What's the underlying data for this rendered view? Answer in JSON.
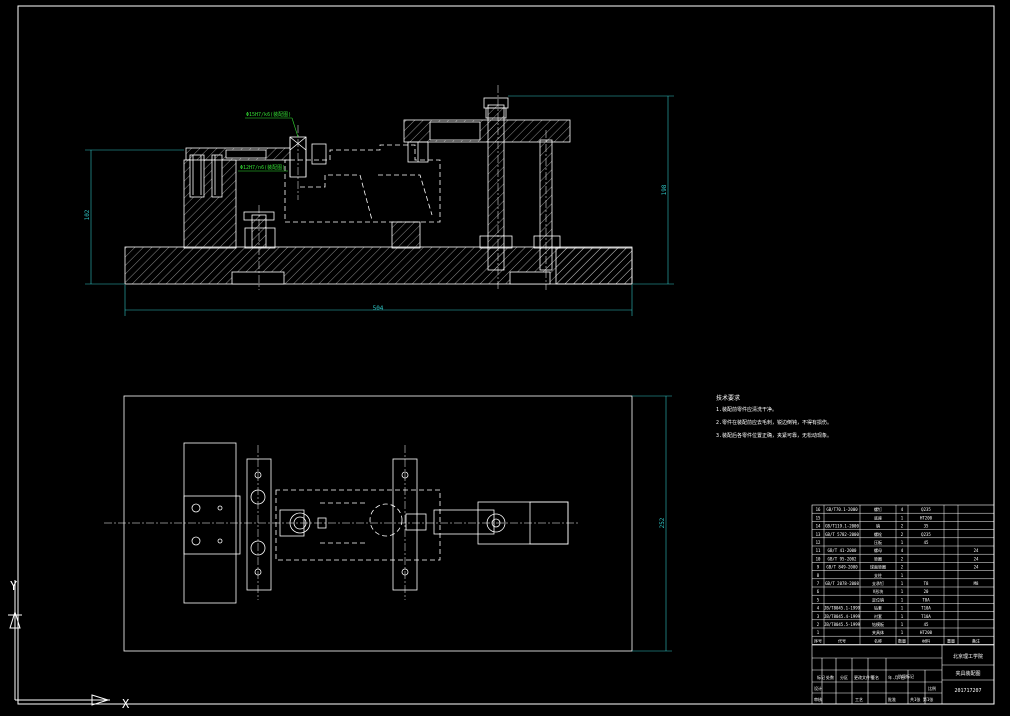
{
  "colors": {
    "background": "#000000",
    "line": "#ffffff",
    "dimension": "#2ec4c4",
    "tolerance": "#33dd33",
    "hatch": "#cfcfcf"
  },
  "front_view": {
    "dim_width": "504",
    "dim_height_left": "102",
    "dim_height_right": "198",
    "fit_upper": "Φ15H7/k6(装配图)",
    "fit_lower": "Φ12H7/n6(装配图)"
  },
  "top_view": {
    "dim_height": "252"
  },
  "tech_requirements": {
    "title": "技术要求",
    "items": [
      "1.装配前零件应清洗干净。",
      "2.零件在装配前应去毛刺，锐边倒钝，不得有损伤。",
      "3.装配后各零件位置正确，夹紧可靠，无松动现象。"
    ]
  },
  "parts_table": {
    "rows": [
      {
        "no": "16",
        "code": "GB/T70.1-2000",
        "name": "螺钉",
        "qty": "4",
        "material": "Q235",
        "mass": "",
        "note": ""
      },
      {
        "no": "15",
        "code": "",
        "name": "底座",
        "qty": "1",
        "material": "HT200",
        "mass": "",
        "note": ""
      },
      {
        "no": "14",
        "code": "GB/T119.1-2000",
        "name": "销",
        "qty": "2",
        "material": "35",
        "mass": "",
        "note": ""
      },
      {
        "no": "13",
        "code": "GB/T 5782-2000",
        "name": "螺栓",
        "qty": "2",
        "material": "Q235",
        "mass": "",
        "note": ""
      },
      {
        "no": "12",
        "code": "",
        "name": "压板",
        "qty": "1",
        "material": "45",
        "mass": "",
        "note": ""
      },
      {
        "no": "11",
        "code": "GB/T 41-2000",
        "name": "螺母",
        "qty": "4",
        "material": "",
        "mass": "",
        "note": "24"
      },
      {
        "no": "10",
        "code": "GB/T 95-2002",
        "name": "垫圈",
        "qty": "2",
        "material": "",
        "mass": "",
        "note": "24"
      },
      {
        "no": "9",
        "code": "GB/T 849-2000",
        "name": "球面垫圈",
        "qty": "2",
        "material": "",
        "mass": "",
        "note": "24"
      },
      {
        "no": "8",
        "code": "",
        "name": "支柱",
        "qty": "1",
        "material": "",
        "mass": "",
        "note": ""
      },
      {
        "no": "7",
        "code": "GB/T 2078-2008",
        "name": "支承钉",
        "qty": "1",
        "material": "T8",
        "mass": "",
        "note": "M8"
      },
      {
        "no": "6",
        "code": "",
        "name": "V形块",
        "qty": "1",
        "material": "20",
        "mass": "",
        "note": ""
      },
      {
        "no": "5",
        "code": "",
        "name": "定位销",
        "qty": "1",
        "material": "T8A",
        "mass": "",
        "note": ""
      },
      {
        "no": "4",
        "code": "JB/T8045.1-1999",
        "name": "钻套",
        "qty": "1",
        "material": "T10A",
        "mass": "",
        "note": ""
      },
      {
        "no": "3",
        "code": "JB/T8045.4-1999",
        "name": "衬套",
        "qty": "1",
        "material": "T10A",
        "mass": "",
        "note": ""
      },
      {
        "no": "2",
        "code": "JB/T8045.5-1999",
        "name": "钻模板",
        "qty": "1",
        "material": "45",
        "mass": "",
        "note": ""
      },
      {
        "no": "1",
        "code": "",
        "name": "夹具体",
        "qty": "1",
        "material": "HT200",
        "mass": "",
        "note": ""
      }
    ],
    "header": {
      "no": "序号",
      "code": "代号",
      "name": "名称",
      "qty": "数量",
      "material": "材料",
      "mass": "重量",
      "note": "备注"
    }
  },
  "title_block": {
    "school": "北京理工学院",
    "drawing_name": "夹具装配图",
    "drawing_no": "201717207",
    "labels": [
      "标记",
      "处数",
      "分区",
      "更改文件号",
      "签名",
      "年.月.日"
    ],
    "stage": "阶段标记",
    "scale_label": "比例",
    "design": "设计",
    "review": "审核",
    "process": "工艺",
    "approve": "批准",
    "sheet": "共1张 第1张"
  },
  "ucs": {
    "x_label": "X",
    "y_label": "Y"
  }
}
